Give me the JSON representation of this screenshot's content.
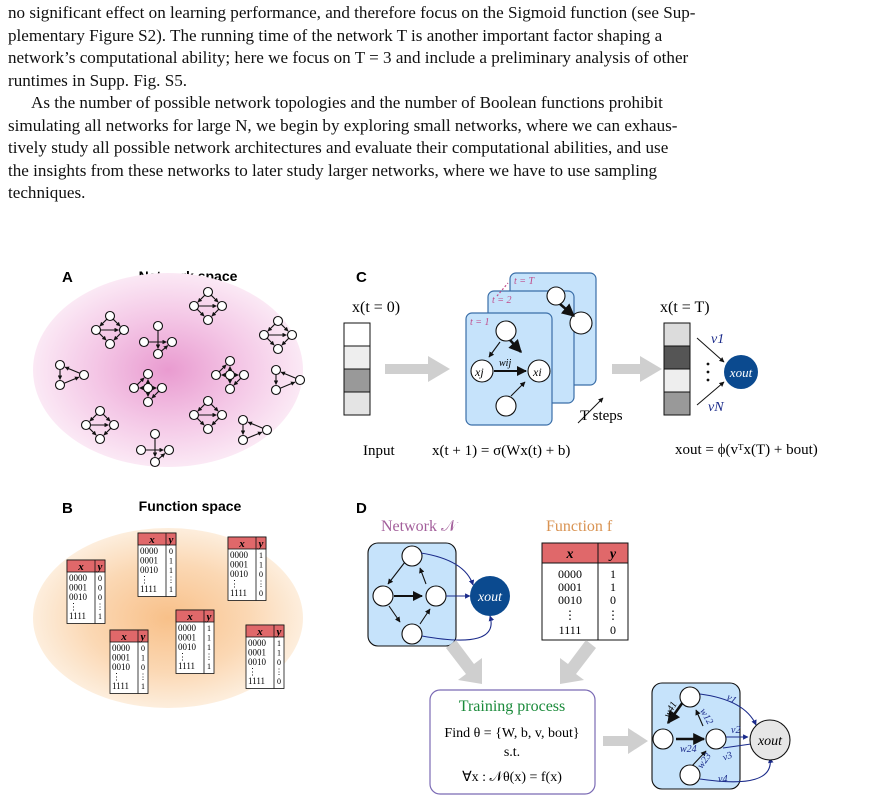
{
  "text": {
    "para1_line1": "no significant effect on learning performance, and therefore focus on the Sigmoid function (see Sup-",
    "para1_line2": "plementary Figure S2). The running time of the network T is another important factor shaping a",
    "para1_line3": "network’s computational ability; here we focus on T = 3 and include a preliminary analysis of other",
    "para1_line4": "runtimes in Supp. Fig. S5.",
    "para2_line1": "As the number of possible network topologies and the number of Boolean functions prohibit",
    "para2_line2": "simulating all networks for large N, we begin by exploring small networks, where we can exhaus-",
    "para2_line3": "tively study all possible network architectures and evaluate their computational abilities, and use",
    "para2_line4": "the insights from these networks to later study larger networks, where we have to use sampling",
    "para2_line5": "techniques."
  },
  "figure": {
    "panel_a": {
      "letter": "A",
      "title": "Network space"
    },
    "panel_b": {
      "letter": "B",
      "title": "Function space",
      "table_header": [
        "x",
        "y"
      ],
      "tables": [
        {
          "inputs": [
            "0000",
            "0001",
            "0010",
            "⋮",
            "1111"
          ],
          "outputs": [
            "0",
            "0",
            "0",
            "⋮",
            "1"
          ]
        },
        {
          "inputs": [
            "0000",
            "0001",
            "0010",
            "⋮",
            "1111"
          ],
          "outputs": [
            "0",
            "1",
            "1",
            "⋮",
            "1"
          ]
        },
        {
          "inputs": [
            "0000",
            "0001",
            "0010",
            "⋮",
            "1111"
          ],
          "outputs": [
            "1",
            "1",
            "0",
            "⋮",
            "0"
          ]
        },
        {
          "inputs": [
            "0000",
            "0001",
            "0010",
            "⋮",
            "1111"
          ],
          "outputs": [
            "1",
            "1",
            "1",
            "⋮",
            "1"
          ]
        },
        {
          "inputs": [
            "0000",
            "0001",
            "0010",
            "⋮",
            "1111"
          ],
          "outputs": [
            "0",
            "1",
            "0",
            "⋮",
            "1"
          ]
        },
        {
          "inputs": [
            "0000",
            "0001",
            "0010",
            "⋮",
            "1111"
          ],
          "outputs": [
            "1",
            "1",
            "0",
            "⋮",
            "0"
          ]
        }
      ]
    },
    "panel_c": {
      "letter": "C",
      "input_state_label": "x(t = 0)",
      "output_state_label": "x(t = T)",
      "frame_labels": [
        "t = 1",
        "t = 2",
        "t = T"
      ],
      "weight_label": "wij",
      "node_j": "xj",
      "node_i": "xi",
      "steps_label": "T  steps",
      "input_caption": "Input",
      "update_equation": "x(t + 1) = σ(Wx(t) + b)",
      "readout_weight_1": "v1",
      "readout_weight_n": "vN",
      "output_node": "xout",
      "readout_equation": "xout = ϕ(vᵀx(T) + bout)",
      "colors": {
        "frame_fill": "#c6e3fb",
        "frame_stroke": "#3a6ea8",
        "output_node": "#0b4a8f",
        "frame_label": "#c04c8b"
      }
    },
    "panel_d": {
      "letter": "D",
      "network_label": "Network 𝒩",
      "function_label": "Function f",
      "table_header": [
        "x",
        "y"
      ],
      "table_inputs": [
        "0000",
        "0001",
        "0010",
        "⋮",
        "1111"
      ],
      "table_outputs": [
        "1",
        "1",
        "0",
        "⋮",
        "0"
      ],
      "output_node": "xout",
      "training_title": "Training process",
      "training_line1": "Find  θ = {W, b, v, bout}",
      "training_line2": "s.t.",
      "training_line3": "∀x : 𝒩θ(x) = f(x)",
      "trained_weights": [
        "w41",
        "w12",
        "w24",
        "w23",
        "v1",
        "v2",
        "v3",
        "v4"
      ],
      "colors": {
        "network_label": "#a35f9b",
        "function_label": "#d99352",
        "training_title": "#1a8a3a",
        "table_header": "#e0686a",
        "training_stroke": "#7b6bb5"
      }
    }
  }
}
